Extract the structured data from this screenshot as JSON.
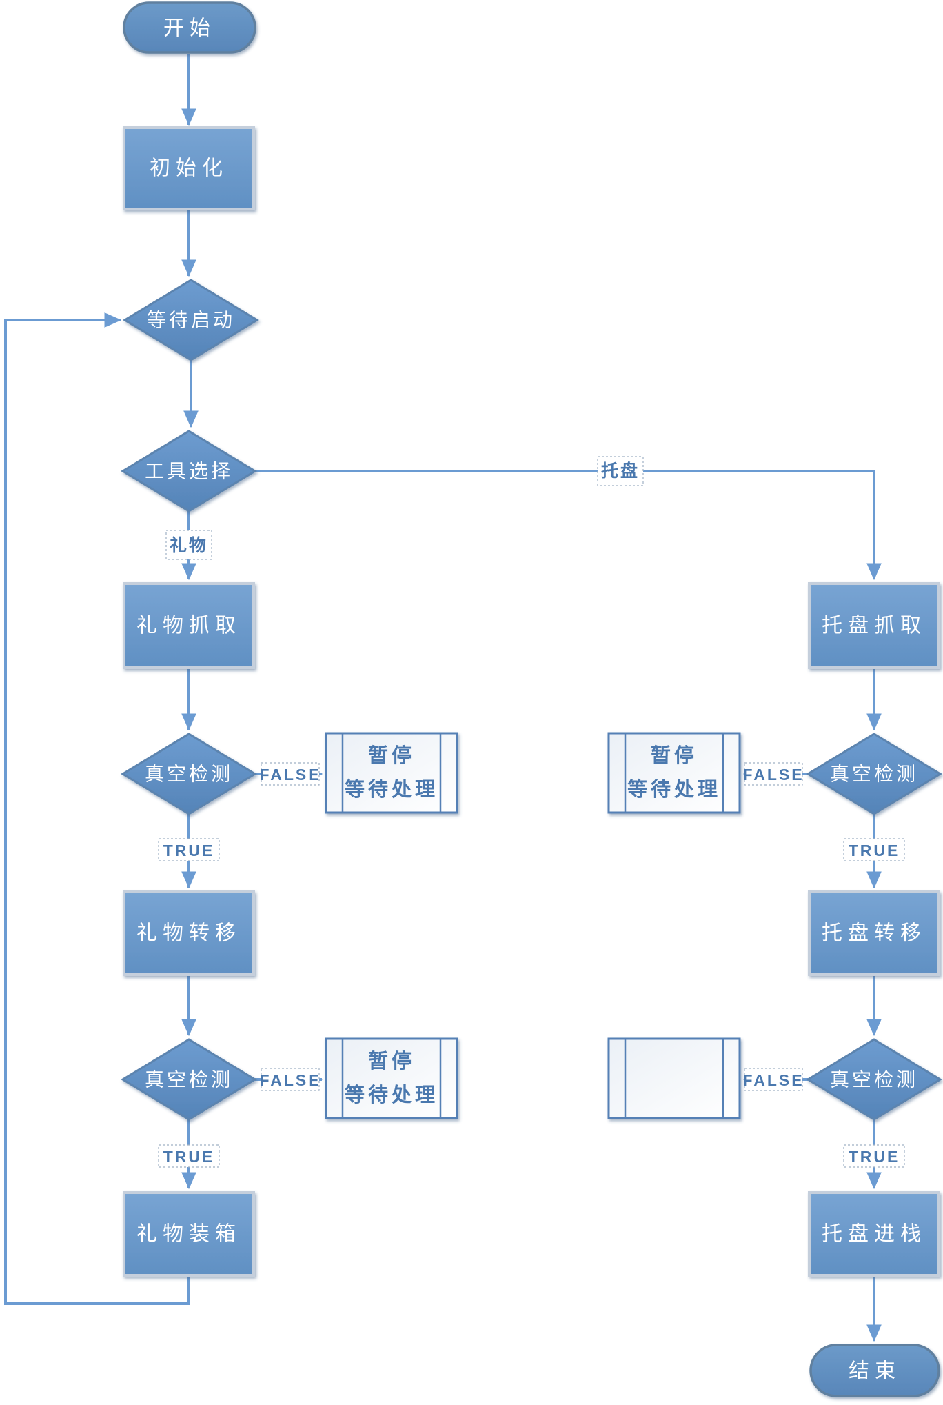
{
  "flowchart": {
    "background": "#ffffff",
    "colors": {
      "connector": "#6b9bd2",
      "process_fill": "#6a9bce",
      "process_border": "#c5cfdc",
      "decision_fill": "#5f8fc3",
      "decision_border": "#5c84af",
      "terminator_fill": "#5f8fc0",
      "terminator_border": "#61809f",
      "subprocess_border": "#5580b5",
      "label_text": "#4a78ae",
      "shape_text": "#ffffff"
    },
    "nodes": {
      "start": {
        "label": "开始"
      },
      "init": {
        "label": "初始化"
      },
      "wait_start": {
        "label": "等待启动"
      },
      "tool_select": {
        "label": "工具选择"
      },
      "gift_pick": {
        "label": "礼物抓取"
      },
      "gift_vacuum_check_1": {
        "label": "真空检测"
      },
      "gift_pause_1": {
        "line1": "暂停",
        "line2": "等待处理"
      },
      "gift_transfer": {
        "label": "礼物转移"
      },
      "gift_vacuum_check_2": {
        "label": "真空检测"
      },
      "gift_pause_2": {
        "line1": "暂停",
        "line2": "等待处理"
      },
      "gift_pack": {
        "label": "礼物装箱"
      },
      "tray_pick": {
        "label": "托盘抓取"
      },
      "tray_vacuum_check_1": {
        "label": "真空检测"
      },
      "tray_pause_1": {
        "line1": "暂停",
        "line2": "等待处理"
      },
      "tray_transfer": {
        "label": "托盘转移"
      },
      "tray_vacuum_check_2": {
        "label": "真空检测"
      },
      "tray_stack": {
        "label": "托盘进栈"
      },
      "end": {
        "label": "结束"
      }
    },
    "edge_labels": {
      "gift_branch": "礼物",
      "tray_branch": "托盘",
      "left_true_1": "TRUE",
      "left_false_1": "FALSE",
      "left_true_2": "TRUE",
      "left_false_2": "FALSE",
      "right_true_1": "TRUE",
      "right_false_1": "FALSE",
      "right_true_2": "TRUE",
      "right_false_2": "FALSE"
    }
  }
}
